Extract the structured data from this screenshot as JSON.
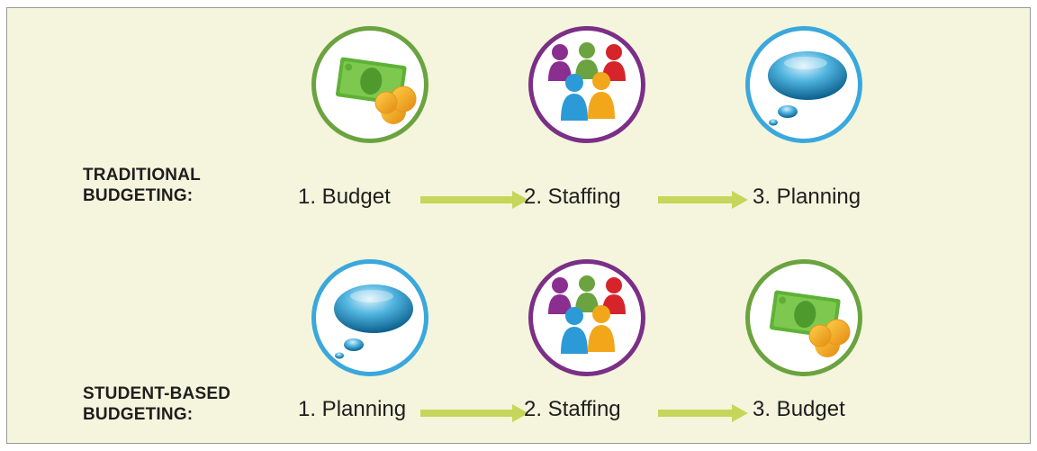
{
  "rows": [
    {
      "label_line1": "TRADITIONAL",
      "label_line2": "BUDGETING:",
      "steps": [
        {
          "label": "1. Budget",
          "icon": "money-icon",
          "ring_color": "#6aa33f"
        },
        {
          "label": "2. Staffing",
          "icon": "people-icon",
          "ring_color": "#7b2f86"
        },
        {
          "label": "3. Planning",
          "icon": "thought-bubble-icon",
          "ring_color": "#3aa8dc"
        }
      ]
    },
    {
      "label_line1": "STUDENT-BASED",
      "label_line2": "BUDGETING:",
      "steps": [
        {
          "label": "1. Planning",
          "icon": "thought-bubble-icon",
          "ring_color": "#3aa8dc"
        },
        {
          "label": "2. Staffing",
          "icon": "people-icon",
          "ring_color": "#7b2f86"
        },
        {
          "label": "3. Budget",
          "icon": "money-icon",
          "ring_color": "#6aa33f"
        }
      ]
    }
  ],
  "colors": {
    "background": "#f4f5dc",
    "arrow": "#c6d65a",
    "money_green": "#7ec850",
    "coin_gold": "#f2a71b",
    "bubble_blue": "#1b8fc6"
  }
}
